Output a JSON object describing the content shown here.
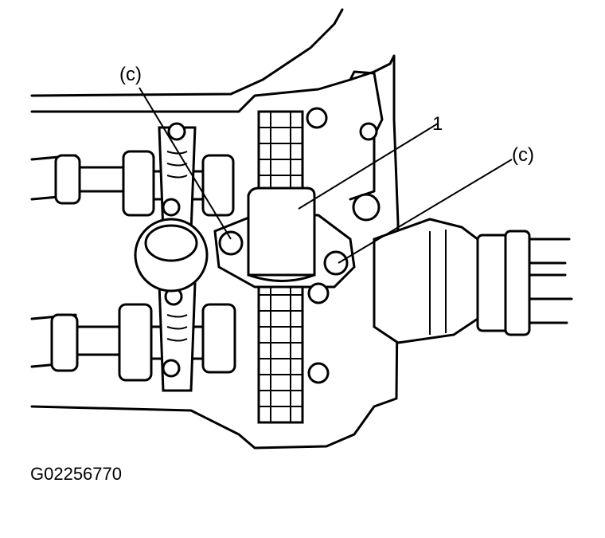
{
  "figure": {
    "callouts": {
      "c_left": "(c)",
      "c_right": "(c)",
      "part_1": "1"
    },
    "figure_code": "G02256770"
  },
  "colors": {
    "ink": "#000000",
    "paper": "#ffffff"
  }
}
